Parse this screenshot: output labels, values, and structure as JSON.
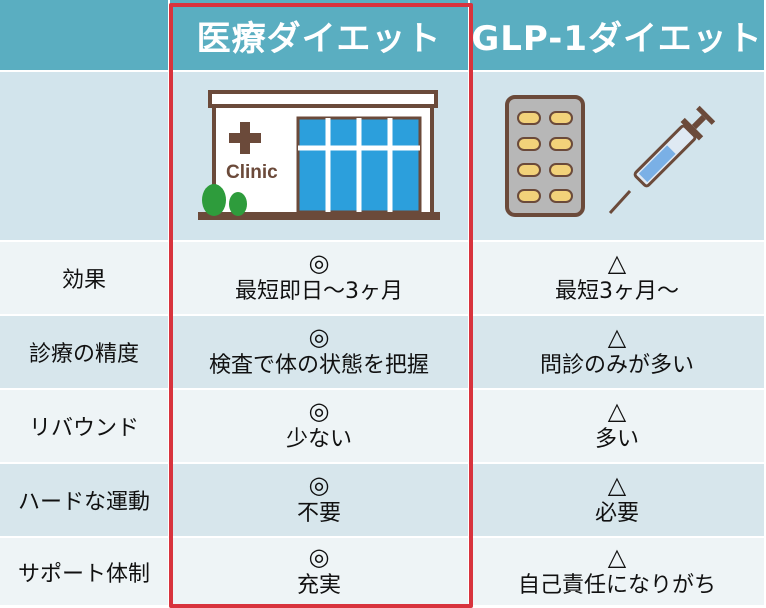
{
  "columns": [
    {
      "label": ""
    },
    {
      "label": "医療ダイエット"
    },
    {
      "label": "GLP-1ダイエット"
    }
  ],
  "clinic_sign": "Clinic",
  "rows": [
    {
      "label": "効果",
      "a_mark": "◎",
      "a_text": "最短即日〜3ヶ月",
      "b_mark": "△",
      "b_text": "最短3ヶ月〜"
    },
    {
      "label": "診療の精度",
      "a_mark": "◎",
      "a_text": "検査で体の状態を把握",
      "b_mark": "△",
      "b_text": "問診のみが多い"
    },
    {
      "label": "リバウンド",
      "a_mark": "◎",
      "a_text": "少ない",
      "b_mark": "△",
      "b_text": "多い"
    },
    {
      "label": "ハードな運動",
      "a_mark": "◎",
      "a_text": "不要",
      "b_mark": "△",
      "b_text": "必要"
    },
    {
      "label": "サポート体制",
      "a_mark": "◎",
      "a_text": "充実",
      "b_mark": "△",
      "b_text": "自己責任になりがち"
    }
  ],
  "colors": {
    "header": "#5aaec1",
    "highlight_border": "#d8333d",
    "row_light": "#eef4f6",
    "row_dark": "#d7e6ec"
  },
  "icons": [
    "clinic-building-icon",
    "pill-blister-icon",
    "syringe-icon"
  ]
}
